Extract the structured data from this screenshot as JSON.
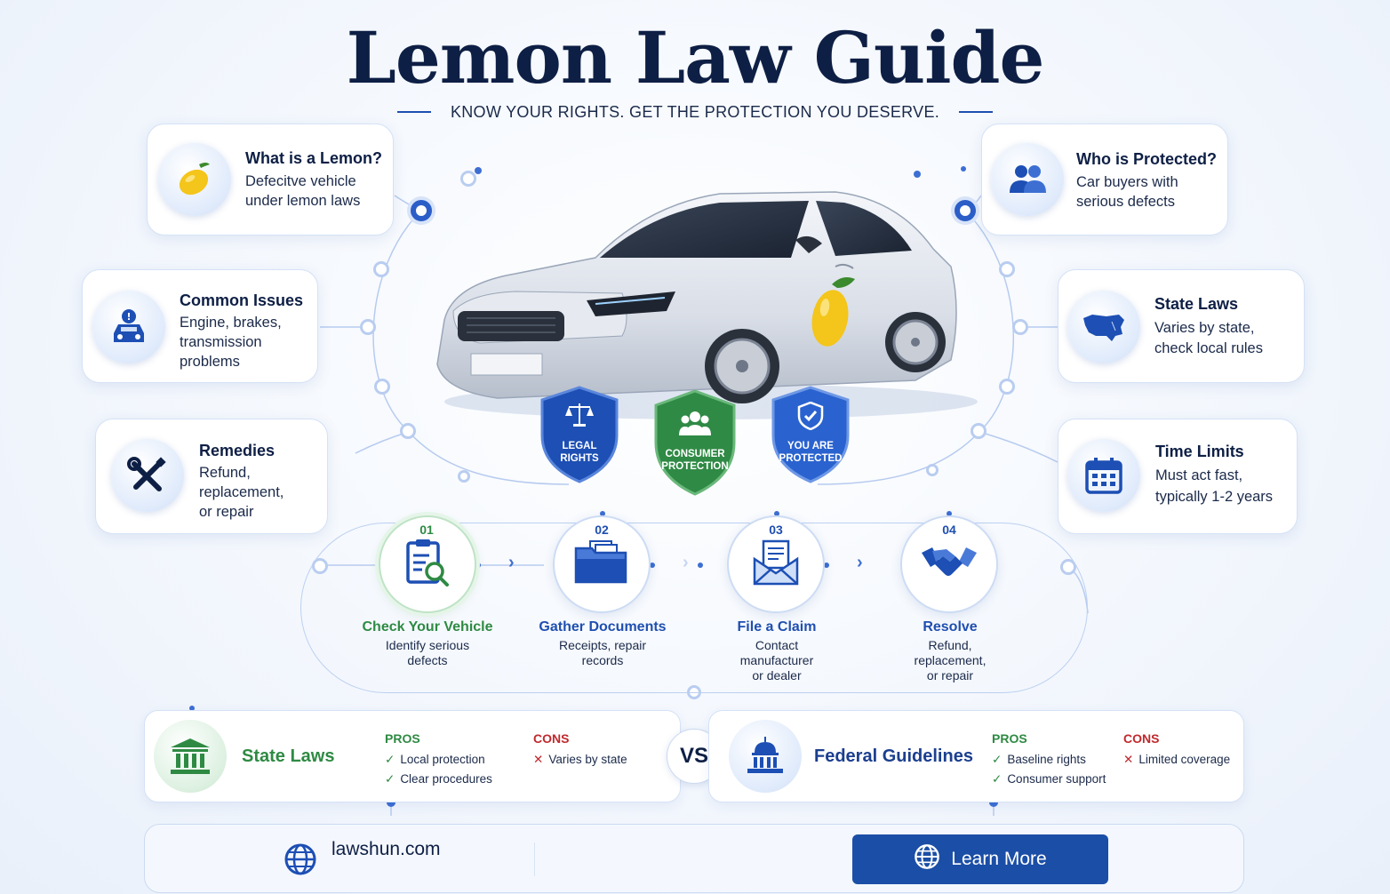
{
  "header": {
    "title": "Lemon Law Guide",
    "subtitle": "KNOW YOUR RIGHTS. GET THE PROTECTION YOU DESERVE."
  },
  "features_left": [
    {
      "title": "What is a Lemon?",
      "desc": [
        "Defecitve vehicle",
        "under lemon laws"
      ],
      "icon": "lemon-icon"
    },
    {
      "title": "Common Issues",
      "desc": [
        "Engine, brakes,",
        "transmission",
        "problems"
      ],
      "icon": "car-warning-icon"
    },
    {
      "title": "Remedies",
      "desc": [
        "Refund,",
        "replacement,",
        "or repair"
      ],
      "icon": "tools-icon"
    }
  ],
  "features_right": [
    {
      "title": "Who is Protected?",
      "desc": [
        "Car buyers with",
        "serious defects"
      ],
      "icon": "people-icon"
    },
    {
      "title": "State Laws",
      "desc": [
        "Varies by state,",
        "check local rules"
      ],
      "icon": "us-map-icon"
    },
    {
      "title": "Time Limits",
      "desc": [
        "Must act fast,",
        "typically 1-2 years"
      ],
      "icon": "calendar-icon"
    }
  ],
  "shields": [
    {
      "label": [
        "LEGAL",
        "RIGHTS"
      ],
      "icon": "scales-icon",
      "color": "#1d4fb4"
    },
    {
      "label": [
        "CONSUMER",
        "PROTECTION"
      ],
      "icon": "group-icon",
      "color": "#2f8a45"
    },
    {
      "label": [
        "YOU ARE",
        "PROTECTED"
      ],
      "icon": "shield-check-icon",
      "color": "#2a63cf"
    }
  ],
  "steps": [
    {
      "num": "01",
      "title": "Check Your Vehicle",
      "desc": [
        "Identify serious",
        "defects"
      ],
      "icon": "clipboard-search-icon"
    },
    {
      "num": "02",
      "title": "Gather Documents",
      "desc": [
        "Receipts, repair",
        "records"
      ],
      "icon": "folder-icon"
    },
    {
      "num": "03",
      "title": "File a Claim",
      "desc": [
        "Contact",
        "manufacturer",
        "or dealer"
      ],
      "icon": "envelope-icon"
    },
    {
      "num": "04",
      "title": "Resolve",
      "desc": [
        "Refund,",
        "replacement,",
        "or repair"
      ],
      "icon": "handshake-icon"
    }
  ],
  "comparison": {
    "vs": "VS",
    "state": {
      "title": "State Laws",
      "pros_label": "PROS",
      "pros": [
        "Local protection",
        "Clear procedures"
      ],
      "cons_label": "CONS",
      "cons": [
        "Varies by state"
      ],
      "icon": "courthouse-icon"
    },
    "federal": {
      "title": "Federal Guidelines",
      "pros_label": "PROS",
      "pros": [
        "Baseline rights",
        "Consumer support"
      ],
      "cons_label": "CONS",
      "cons": [
        "Limited coverage"
      ],
      "icon": "capitol-icon"
    }
  },
  "footer": {
    "site": "lawshun.com",
    "button": "Learn More"
  },
  "colors": {
    "navy": "#0e1f45",
    "blue": "#1f4fb0",
    "green": "#2e8a43",
    "red": "#c0292d",
    "button": "#1b4ea6"
  }
}
